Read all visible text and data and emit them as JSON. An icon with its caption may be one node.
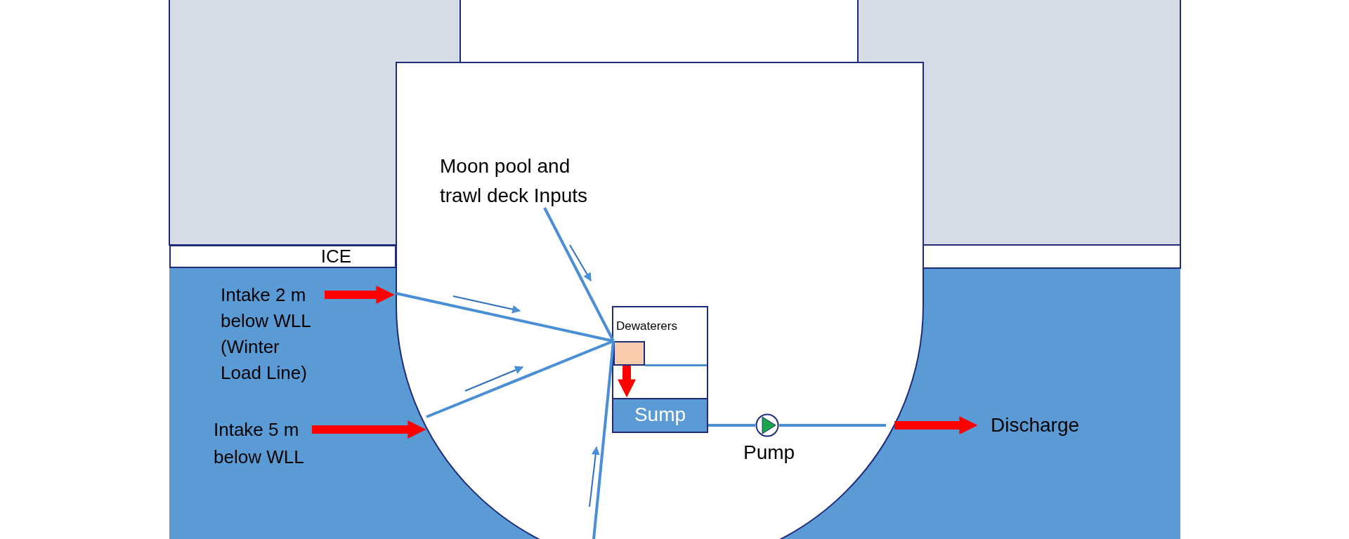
{
  "diagram": {
    "nodes": [
      {
        "text": [],
        "shape": "hull"
      },
      {
        "text": [
          "ICE"
        ]
      },
      {
        "text": [
          "Intake 2 m below WLL (Winter Load Line)"
        ]
      },
      {
        "text": [
          "Intake 5 m below WLL"
        ]
      },
      {
        "text": [
          "Moon pool and trawl deck Inputs"
        ],
        "in": 0
      },
      {
        "text": [
          "Dewaterers"
        ],
        "in": 0
      },
      {
        "text": [],
        "shape": "box",
        "in": 5
      },
      {
        "text": [
          "Sump"
        ],
        "in": 5
      },
      {
        "text": [],
        "shape": "circle",
        "beside": [
          "Pump"
        ],
        "in": 0
      },
      {
        "text": [
          "Discharge"
        ]
      }
    ],
    "edges": [
      {
        "from": 2,
        "to": 0,
        "arrow": "to",
        "style": "thick",
        "color": "#ff0000"
      },
      {
        "from": 0,
        "to": 6,
        "arrow": "none"
      },
      {
        "from": 4,
        "to": 6,
        "arrow": "none"
      },
      {
        "from": 0,
        "to": 6,
        "arrow": "none"
      },
      {
        "from": 3,
        "to": 0,
        "arrow": "to",
        "style": "thick",
        "color": "#ff0000"
      },
      {
        "from": 0,
        "to": 6,
        "arrow": "none"
      },
      {
        "from": 6,
        "to": 7,
        "arrow": "to",
        "style": "thick",
        "color": "#ff0000"
      },
      {
        "from": 7,
        "to": 8,
        "arrow": "none"
      },
      {
        "from": 8,
        "to": 0,
        "arrow": "none"
      },
      {
        "from": 0,
        "to": 9,
        "arrow": "to",
        "style": "thick",
        "color": "#ff0000"
      }
    ]
  }
}
